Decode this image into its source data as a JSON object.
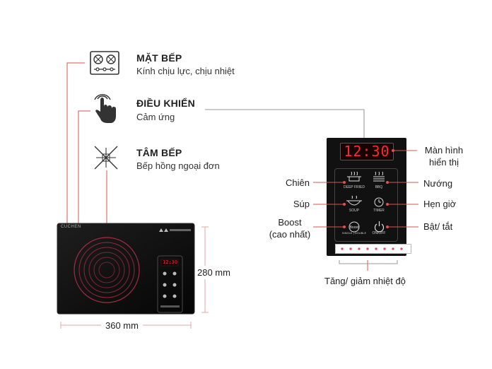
{
  "features": [
    {
      "title": "MẶT BẾP",
      "subtitle": "Kính chịu lực, chịu nhiệt",
      "icon": "stove-top-icon"
    },
    {
      "title": "ĐIỀU KHIỂN",
      "subtitle": "Cảm ứng",
      "icon": "touch-hand-icon"
    },
    {
      "title": "TÂM BẾP",
      "subtitle": "Bếp hồng ngoại đơn",
      "icon": "heating-element-icon"
    }
  ],
  "cooktop": {
    "brand": "CUCHEN",
    "display_time": "12:30",
    "width_label": "360 mm",
    "height_label": "280 mm"
  },
  "panel": {
    "display_time": "12:30",
    "buttons": [
      {
        "label": "DEEP FRIED",
        "icon": "deep-fried-icon"
      },
      {
        "label": "BBQ",
        "icon": "bbq-icon"
      },
      {
        "label": "SOUP",
        "icon": "soup-icon"
      },
      {
        "label": "TIMER",
        "icon": "timer-icon"
      },
      {
        "label": "SINGLE | DOUBLE",
        "icon": "boost-icon"
      },
      {
        "label": "ON/OFF",
        "icon": "power-icon"
      }
    ],
    "callouts": {
      "display_line1": "Màn hình",
      "display_line2": "hiển thị",
      "fry": "Chiên",
      "grill": "Nướng",
      "soup": "Súp",
      "timer": "Hẹn giờ",
      "boost_line1": "Boost",
      "boost_line2": "(cao nhất)",
      "power": "Bật/ tắt",
      "slider": "Tăng/ giảm nhiệt độ"
    }
  },
  "colors": {
    "leader_line": "#d9534f",
    "panel_bg": "#111111",
    "display_digits": "#ff2a2a",
    "coil": "#c0304a"
  }
}
